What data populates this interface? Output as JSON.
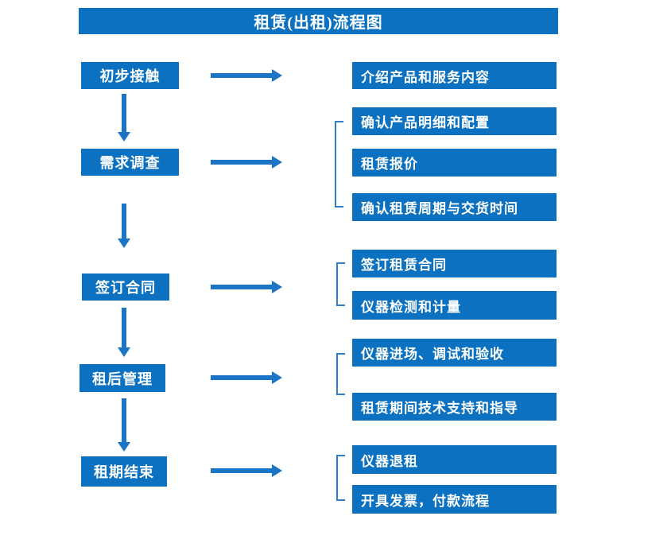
{
  "title": "租赁(出租)流程图",
  "colors": {
    "primary_blue": "#0b71c0",
    "arrow_blue": "#1b74c5",
    "bracket_blue": "#2e7ec9",
    "text_on_blue": "#ffffff",
    "background": "#ffffff"
  },
  "flow": [
    {
      "stage": "初步接触",
      "details": [
        "介绍产品和服务内容"
      ]
    },
    {
      "stage": "需求调查",
      "details": [
        "确认产品明细和配置",
        "租赁报价",
        "确认租赁周期与交货时间"
      ]
    },
    {
      "stage": "签订合同",
      "details": [
        "签订租赁合同",
        "仪器检测和计量"
      ]
    },
    {
      "stage": "租后管理",
      "details": [
        "仪器进场、调试和验收",
        "租赁期间技术支持和指导"
      ]
    },
    {
      "stage": "租期结束",
      "details": [
        "仪器退租",
        "开具发票，付款流程"
      ]
    }
  ]
}
